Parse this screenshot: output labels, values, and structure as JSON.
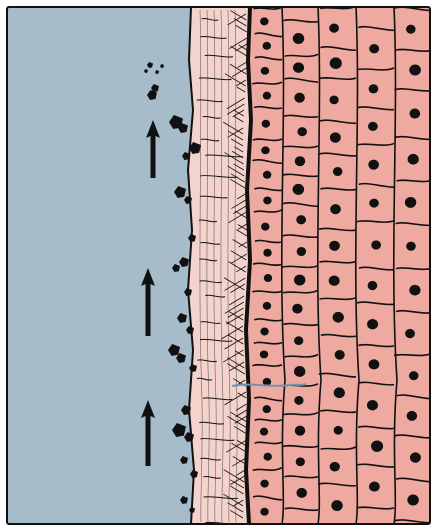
{
  "figure": {
    "labels": [],
    "colors": {
      "fluid": "#a7bccb",
      "connective_layer": "#f3d3cb",
      "cells": "#eea9a0",
      "ink": "#111111",
      "accent_fiber": "#6f93b3"
    },
    "arrows": {
      "direction": "up",
      "count": 3
    },
    "cell_columns": 5
  }
}
